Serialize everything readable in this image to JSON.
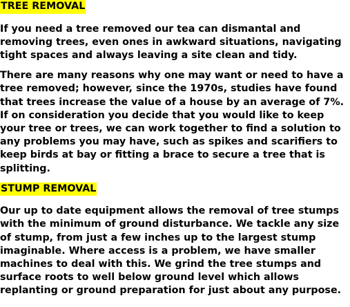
{
  "sections": [
    {
      "heading": "TREE REMOVAL",
      "paragraphs": [
        "If you need a tree removed our tea can dismantal and removing trees, even ones in awkward situations, navigating tight spaces and always leaving a site clean and tidy.",
        "There are many reasons why one may want or need to have a tree removed; however, since the 1970s, studies have found that trees increase the value of a house by an average of 7%. If on consideration you decide that you would like to keep your tree or trees, we can work together to find a solution to any problems you may have, such as spikes and scarifiers to keep birds at bay or fitting a brace to secure a tree that is splitting."
      ]
    },
    {
      "heading": "STUMP REMOVAL",
      "paragraphs": [
        "Our up to date equipment allows the removal of tree stumps with the minimum of ground disturbance. We tackle any size of stump, from just a few inches up to the largest stump imaginable. Where access is a problem, we have smaller machines to deal with this. We grind the tree stumps and surface roots to well below ground level which allows replanting or ground preparation for just about any purpose."
      ]
    }
  ],
  "colors": {
    "heading_highlight": "#ffff00",
    "text": "#000000",
    "background": "#ffffff"
  }
}
